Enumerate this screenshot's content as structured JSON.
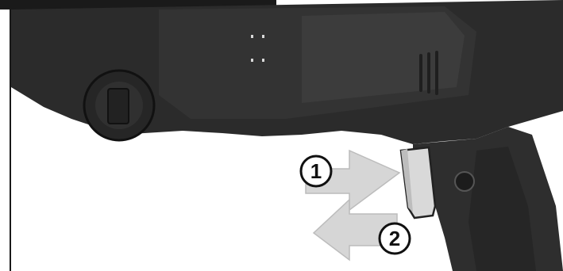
{
  "figure": {
    "subject": "drill-illustration",
    "callouts": [
      {
        "number": "1",
        "meaning": "push-arrow"
      },
      {
        "number": "2",
        "meaning": "release-arrow"
      }
    ],
    "colors": {
      "body_dark": "#2b2b2b",
      "body_mid": "#3a3a3a",
      "button": "#d9d9d9",
      "arrow_fill": "#d6d6d6",
      "top_bar": "#1a1a1a"
    }
  }
}
